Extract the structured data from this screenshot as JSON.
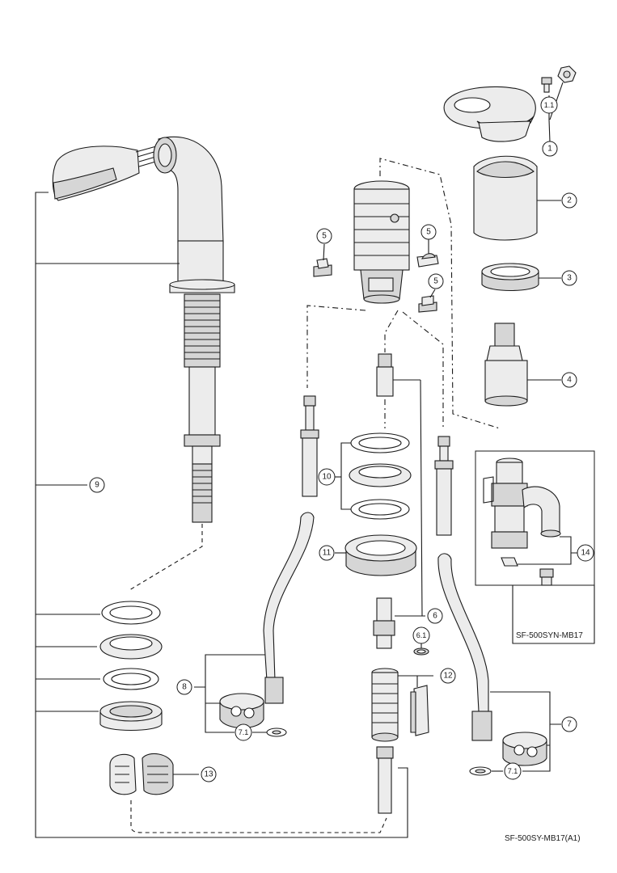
{
  "diagram": {
    "callouts": {
      "c1": "1",
      "c1_1": "1.1",
      "c2": "2",
      "c3": "3",
      "c4": "4",
      "c5a": "5",
      "c5b": "5",
      "c5c": "5",
      "c6": "6",
      "c6_1": "6.1",
      "c7": "7",
      "c7_1a": "7.1",
      "c7_1b": "7.1",
      "c8": "8",
      "c9": "9",
      "c10": "10",
      "c11": "11",
      "c12": "12",
      "c13": "13",
      "c14": "14"
    },
    "inset_label": "SF-500SYN-MB17",
    "drawing_code": "SF-500SY-MB17(A1)"
  }
}
